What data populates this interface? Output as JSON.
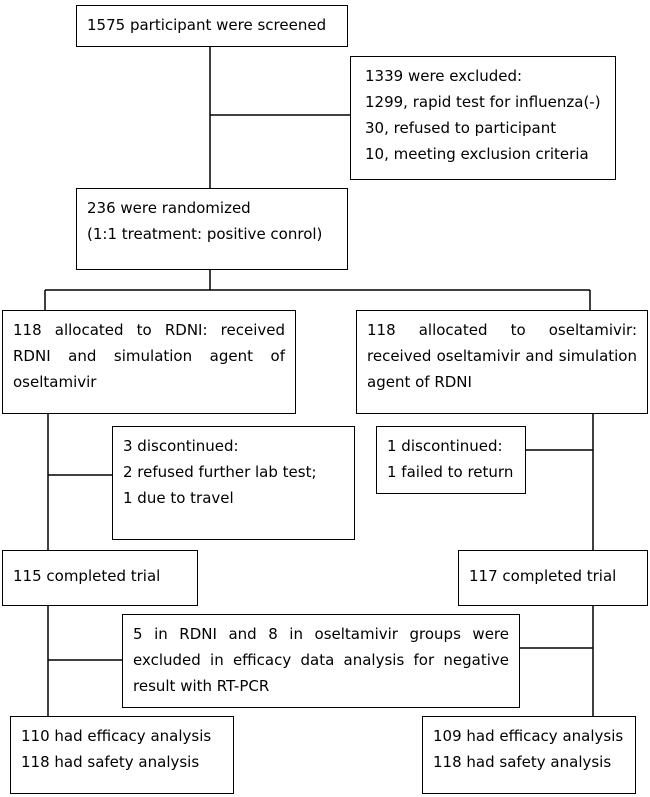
{
  "screened": {
    "text": "1575 participant were screened"
  },
  "excluded": {
    "lines": [
      "1339 were excluded:",
      "1299, rapid test for influenza(-)",
      "30, refused to participant",
      "10, meeting exclusion criteria"
    ]
  },
  "randomized": {
    "lines": [
      "236 were randomized",
      "(1:1 treatment: positive conrol)"
    ]
  },
  "rdni_alloc": {
    "lines": [
      "118 allocated to RDNI: received",
      "RDNI and simulation agent of",
      "oseltamivir"
    ]
  },
  "osel_alloc": {
    "lines": [
      "118 allocated to oseltamivir:",
      "received oseltamivir and simulation",
      "agent of RDNI"
    ]
  },
  "rdni_discontinued": {
    "lines": [
      "3 discontinued:",
      "2 refused further lab test;",
      "1 due to travel"
    ]
  },
  "osel_discontinued": {
    "lines": [
      "1 discontinued:",
      "1 failed to return"
    ]
  },
  "rdni_completed": {
    "text": "115 completed trial"
  },
  "osel_completed": {
    "text": "117 completed trial"
  },
  "excluded_efficacy": {
    "lines": [
      "5 in RDNI and 8 in oseltamivir groups were",
      "excluded in efficacy data analysis for negative",
      "result with RT-PCR"
    ]
  },
  "rdni_analysis": {
    "lines": [
      "110 had efficacy analysis",
      "118 had safety analysis"
    ]
  },
  "osel_analysis": {
    "lines": [
      "109 had efficacy analysis",
      "118 had safety analysis"
    ]
  }
}
